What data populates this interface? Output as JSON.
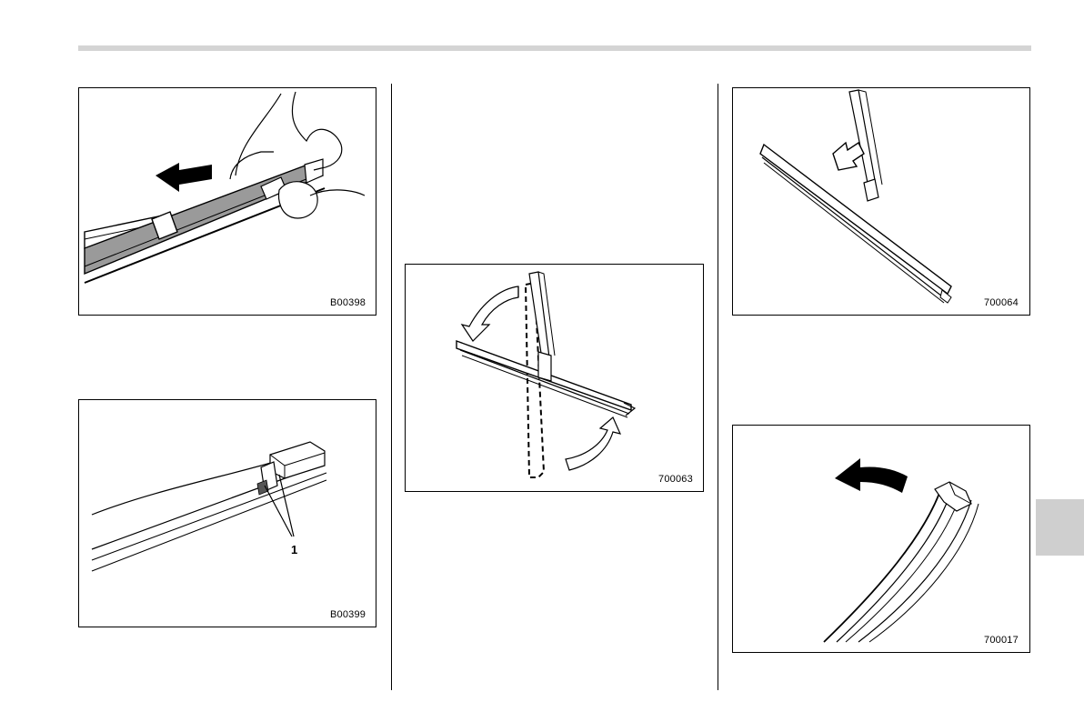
{
  "figures": [
    {
      "code": "B00398"
    },
    {
      "code": "B00399",
      "callout": "1"
    },
    {
      "code": "700063"
    },
    {
      "code": "700064"
    },
    {
      "code": "700017"
    }
  ],
  "colors": {
    "header_bar": "#d4d4d4",
    "section_tab": "#cfcfcf",
    "blade_fill": "#9a9a9a",
    "ink": "#000000"
  }
}
